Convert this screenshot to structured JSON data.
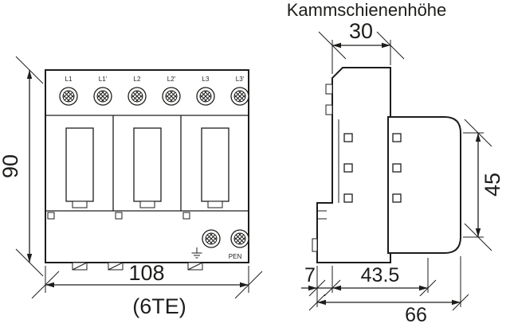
{
  "title": "Kammschienenhöhe",
  "front_view": {
    "terminals": [
      "L1",
      "L1'",
      "L2",
      "L2'",
      "L3",
      "L3'"
    ],
    "pen_label": "PEN",
    "dims": {
      "height": "90",
      "width": "108",
      "width_units": "(6TE)"
    }
  },
  "side_view": {
    "dims": {
      "top_width": "30",
      "front_height": "45",
      "clip_offset": "7",
      "base_depth": "43.5",
      "total_depth": "66"
    }
  },
  "colors": {
    "line": "#1d1d1b",
    "background": "#ffffff"
  }
}
